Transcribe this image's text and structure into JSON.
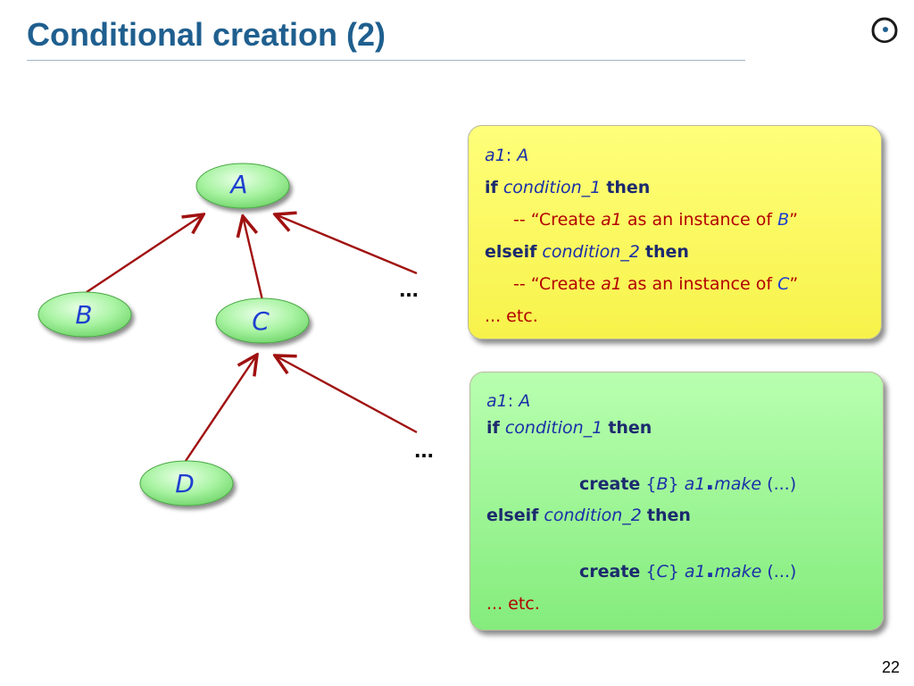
{
  "slide": {
    "title": "Conditional creation (2)",
    "page_number": "22",
    "logo_icon": "eiffel-logo-icon"
  },
  "diagram": {
    "nodes": [
      "A",
      "B",
      "C",
      "D"
    ],
    "ellipsis_top": "...",
    "ellipsis_bottom": "...",
    "node_fill": "#9ff09a",
    "arrow_color": "#a01010"
  },
  "yellow_box": {
    "color": "#ffff66",
    "decl_var": "a1",
    "decl_sep": ":",
    "decl_type": "A",
    "if_kw": "if",
    "cond1": "condition_1",
    "then1": "then",
    "comment1_prefix": "-- “Create",
    "comment1_var": "a1",
    "comment1_mid": "as an instance of",
    "comment1_class": "B",
    "comment1_end": "”",
    "elseif_kw": "elseif",
    "cond2": "condition_2",
    "then2": "then",
    "comment2_prefix": "-- “Create",
    "comment2_var": "a1",
    "comment2_mid": "as an instance of",
    "comment2_class": "C",
    "comment2_end": "”",
    "etc": "... etc."
  },
  "green_box": {
    "color": "#99ee88",
    "decl_var": "a1",
    "decl_sep": ":",
    "decl_type": "A",
    "if_kw": "if",
    "cond1": "condition_1",
    "then1": "then",
    "create_kw1": "create",
    "brace_open1": "{",
    "class1": "B",
    "brace_close1": "}",
    "target1": "a1",
    "dot1": ".",
    "proc1": "make",
    "args1": "(...)",
    "elseif_kw": "elseif",
    "cond2": "condition_2",
    "then2": "then",
    "create_kw2": "create",
    "brace_open2": "{",
    "class2": "C",
    "brace_close2": "}",
    "target2": "a1",
    "dot2": ".",
    "proc2": "make",
    "args2": "(...)",
    "etc": "... etc."
  }
}
